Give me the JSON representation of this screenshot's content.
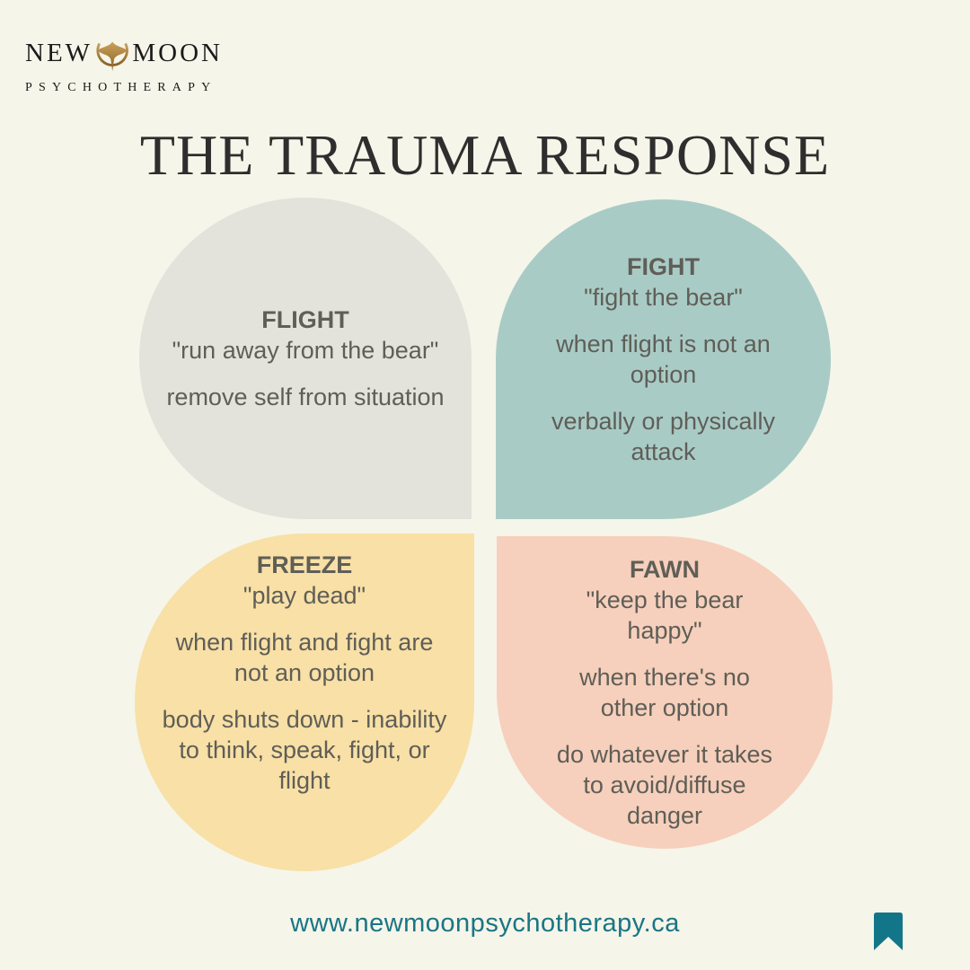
{
  "logo": {
    "left": "NEW",
    "right": "MOON",
    "sub": "PSYCHOTHERAPY"
  },
  "title": "THE TRAUMA RESPONSE",
  "cards": {
    "flight": {
      "heading": "FLIGHT",
      "quote": "\"run away from the bear\"",
      "lines": [
        "remove self from situation"
      ],
      "color": "#e3e3dc"
    },
    "fight": {
      "heading": "FIGHT",
      "quote": "\"fight the bear\"",
      "lines": [
        "when flight is not an option",
        "verbally or physically attack"
      ],
      "color": "#a9cbc6"
    },
    "freeze": {
      "heading": "FREEZE",
      "quote": "\"play dead\"",
      "lines": [
        "when flight and fight are not an option",
        "body shuts down - inability to think, speak, fight, or flight"
      ],
      "color": "#f8e0a6"
    },
    "fawn": {
      "heading": "FAWN",
      "quote": "\"keep the bear happy\"",
      "lines": [
        "when there's no other option",
        "do whatever it takes to avoid/diffuse danger"
      ],
      "color": "#f6d0bc"
    }
  },
  "footer": {
    "url": "www.newmoonpsychotherapy.ca",
    "icon": "bookmark-icon",
    "accent": "#1a7585"
  }
}
